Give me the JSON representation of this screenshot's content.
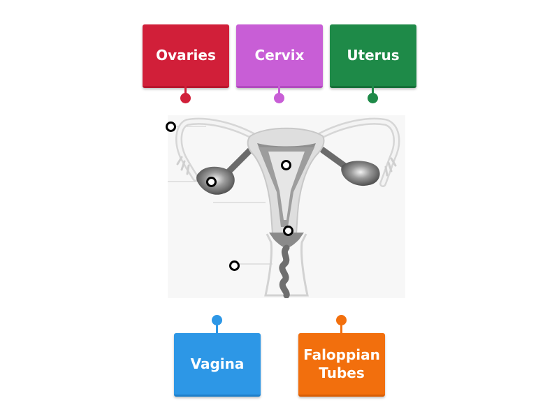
{
  "labels": {
    "ovaries": {
      "text": "Ovaries",
      "color": "#d11f39",
      "border": "#b8172e"
    },
    "cervix": {
      "text": "Cervix",
      "color": "#c85ed6",
      "border": "#b24ac0"
    },
    "uterus": {
      "text": "Uterus",
      "color": "#1e8a48",
      "border": "#167039"
    },
    "vagina": {
      "text": "Vagina",
      "color": "#2d97e6",
      "border": "#1f7fc9"
    },
    "fallopian_tubes": {
      "text": "Faloppian Tubes",
      "color": "#f26f0d",
      "border": "#d85e05"
    }
  }
}
